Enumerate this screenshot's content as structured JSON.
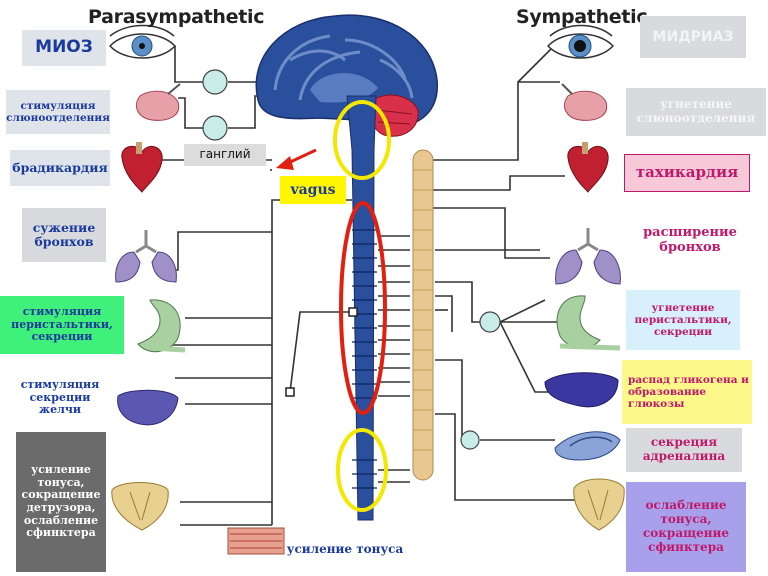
{
  "headers": {
    "left": "Parasympathetic",
    "right": "Sympathetic"
  },
  "colors": {
    "cord": "#2a4f9c",
    "chain": "#e8c890",
    "ganglion": "#c8ece8",
    "highlight_yellow": "#f2e800",
    "highlight_red": "#e02010"
  },
  "parasympathetic_labels": {
    "miosis": "МИОЗ",
    "salivation_stim": "стимуляция слюноотделения",
    "bradycardia": "брадикардия",
    "bronchoconstriction": "сужение бронхов",
    "peristalsis_stim": "стимуляция перистальтики, секреции",
    "bile_stim": "стимуляция секреции желчи",
    "bladder_para": "усиление тонуса, сокращение детрузора, ослабление сфинктера"
  },
  "sympathetic_labels": {
    "mydriasis": "МИДРИАЗ",
    "salivation_inhib": "угнетение слюноотделения",
    "tachycardia": "тахикардия",
    "bronchodilation": "расширение бронхов",
    "peristalsis_inhib": "угнетение перистальтики, секреции",
    "glycogenolysis": "распад гликогена и образование глюкозы",
    "adrenaline": "секреция адреналина",
    "bladder_symp": "ослабление тонуса, сокращение сфинктера"
  },
  "center_labels": {
    "ganglion": "ганглий",
    "vagus": "vagus",
    "vessel_tone": "усиление тонуса"
  },
  "icons": [
    "eye-icon",
    "salivary-gland-icon",
    "heart-icon",
    "lungs-icon",
    "stomach-icon",
    "liver-icon",
    "adrenal-gland-icon",
    "bladder-icon",
    "brain-icon",
    "spinal-cord-icon",
    "blood-vessel-icon"
  ]
}
